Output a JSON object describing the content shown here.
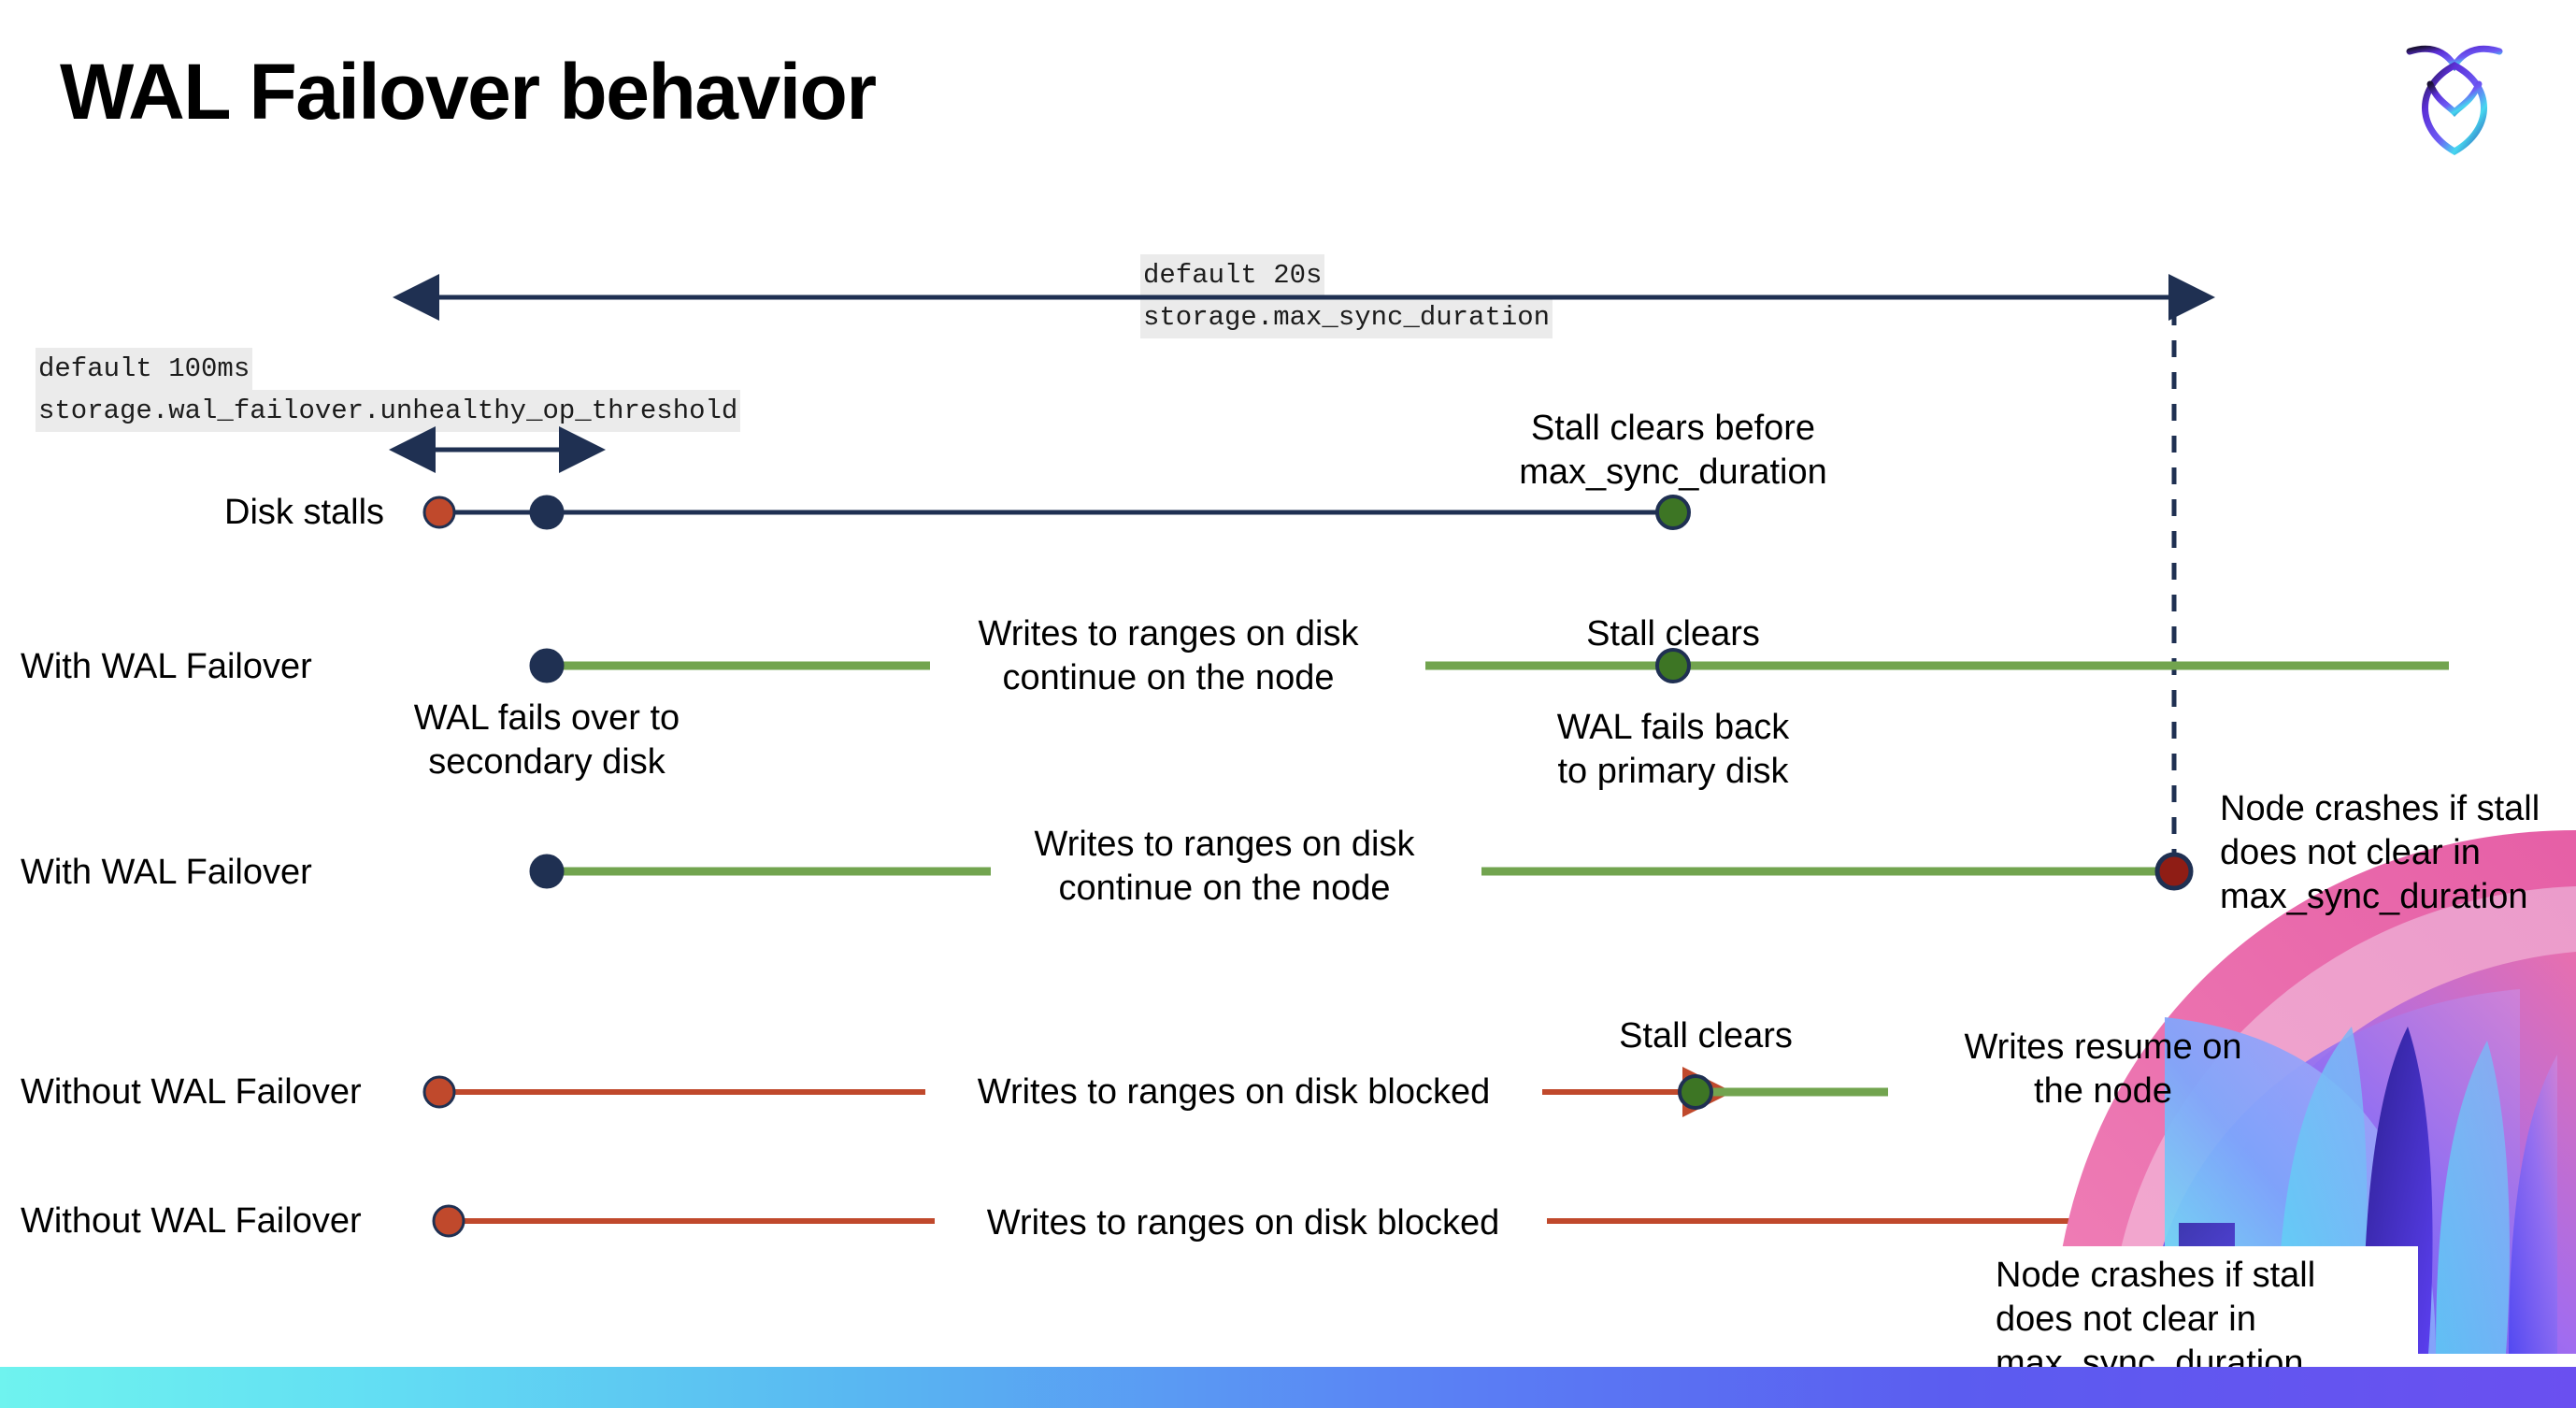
{
  "slide": {
    "title": "WAL Failover behavior",
    "logo_name": "cockroachdb-logo"
  },
  "settings": {
    "max_sync": {
      "default": "default 20s",
      "name": "storage.max_sync_duration"
    },
    "unhealthy": {
      "default": "default 100ms",
      "name": "storage.wal_failover.unhealthy_op_threshold"
    }
  },
  "rows": [
    {
      "label": "Disk stalls",
      "annotations": [
        "Stall clears before",
        "max_sync_duration"
      ]
    },
    {
      "label": "With WAL Failover",
      "note_start": [
        "WAL fails over to",
        "secondary disk"
      ],
      "note_mid": [
        "Writes to ranges on disk",
        "continue on the node"
      ],
      "note_clear": "Stall clears",
      "note_back": [
        "WAL fails  back",
        "to primary disk"
      ]
    },
    {
      "label": "With WAL Failover",
      "note_mid": [
        "Writes to ranges on disk",
        "continue on the node"
      ],
      "note_crash": [
        "Node crashes if stall",
        "does not clear in",
        "max_sync_duration"
      ]
    },
    {
      "label": "Without WAL Failover",
      "note_mid": "Writes to ranges on disk  blocked",
      "note_clear": "Stall clears",
      "note_resume": [
        "Writes resume on",
        "the node"
      ]
    },
    {
      "label": "Without WAL Failover",
      "note_mid": "Writes to ranges on disk  blocked",
      "note_crash": [
        "Node crashes if stall",
        "does not clear in",
        "max_sync_duration"
      ]
    }
  ],
  "colors": {
    "navy": "#1f3052",
    "green_line": "#72a44f",
    "green_dot": "#3d7524",
    "orange": "#c0492c",
    "dark_red": "#8f1d15",
    "code_bg": "#ebebeb"
  }
}
